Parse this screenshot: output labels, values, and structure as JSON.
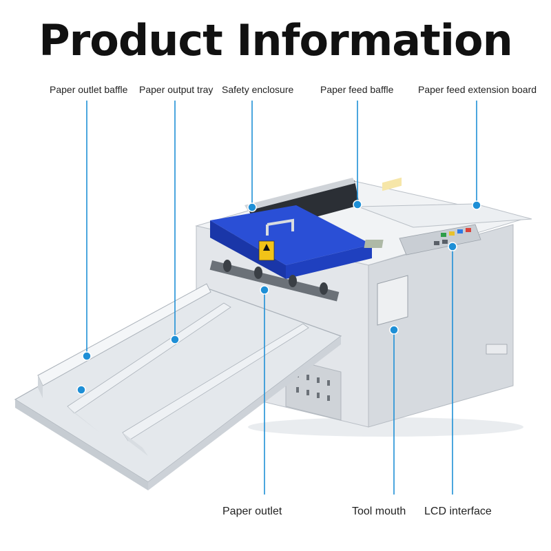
{
  "title": "Product Information",
  "callouts": {
    "paper_outlet_baffle": "Paper outlet baffle",
    "paper_output_tray": "Paper output tray",
    "safety_enclosure": "Safety enclosure",
    "paper_feed_baffle": "Paper feed baffle",
    "paper_feed_extension_board": "Paper feed extension board",
    "paper_outlet": "Paper outlet",
    "tool_mouth": "Tool mouth",
    "lcd_interface": "LCD interface"
  },
  "colors": {
    "accent": "#1e8fd6",
    "enclosure": "#1f3fc8",
    "body": "#dfe3e8"
  }
}
